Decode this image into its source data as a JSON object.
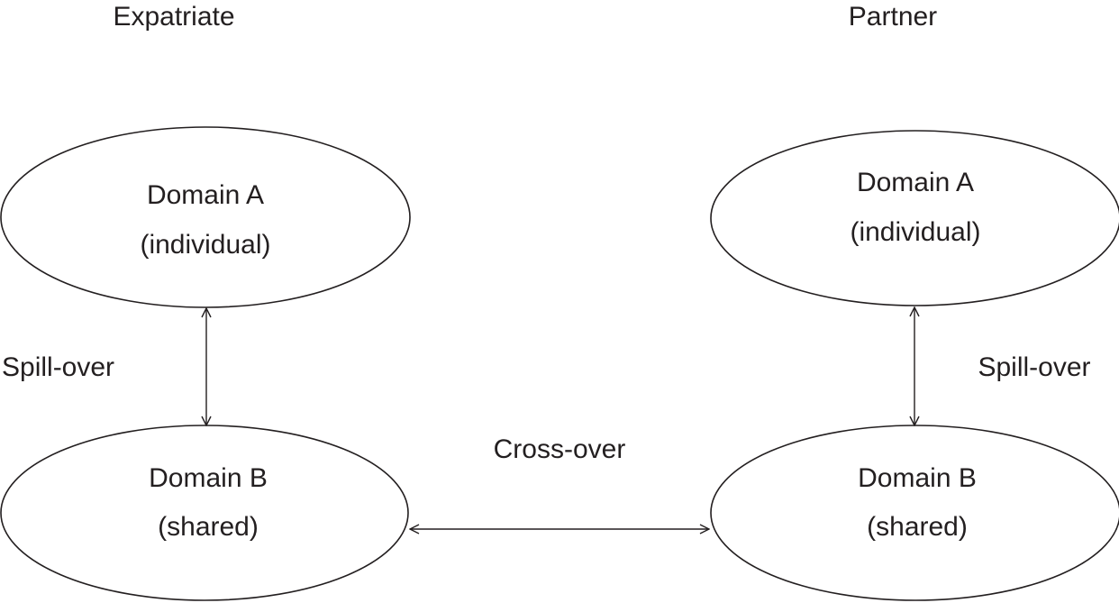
{
  "columns": {
    "left": {
      "heading": "Expatriate"
    },
    "right": {
      "heading": "Partner"
    }
  },
  "nodes": {
    "expatriate_domain_a": {
      "line1": "Domain A",
      "line2": "(individual)"
    },
    "expatriate_domain_b": {
      "line1": "Domain B",
      "line2": "(shared)"
    },
    "partner_domain_a": {
      "line1": "Domain A",
      "line2": "(individual)"
    },
    "partner_domain_b": {
      "line1": "Domain B",
      "line2": "(shared)"
    }
  },
  "links": {
    "expatriate_spillover": {
      "label": "Spill-over",
      "from": "expatriate_domain_a",
      "to": "expatriate_domain_b",
      "direction": "bidirectional"
    },
    "partner_spillover": {
      "label": "Spill-over",
      "from": "partner_domain_a",
      "to": "partner_domain_b",
      "direction": "bidirectional"
    },
    "crossover": {
      "label": "Cross-over",
      "from": "expatriate_domain_b",
      "to": "partner_domain_b",
      "direction": "bidirectional"
    }
  }
}
